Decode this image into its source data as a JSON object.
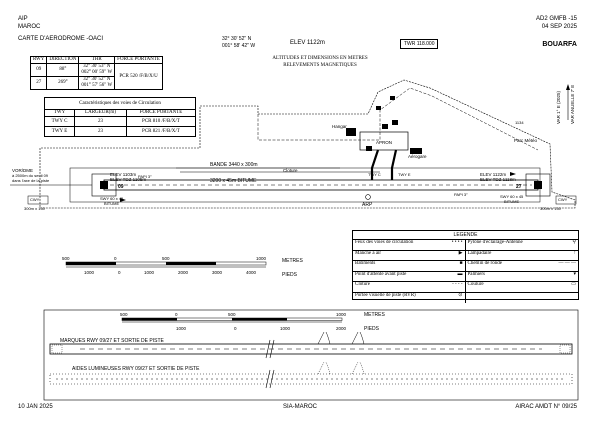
{
  "header": {
    "aip": "AIP",
    "country": "MAROC",
    "chart_title": "CARTE D'AERODROME -OACI",
    "lat": "32° 30' 52\" N",
    "lon": "001° 58' 42\" W",
    "elev": "ELEV 1122m",
    "page_ref": "AD2 GMFB -15",
    "date": "04 SEP 2025",
    "twr": "TWR 118.000",
    "aerodrome": "BOUARFA"
  },
  "rwy_table": {
    "headers": [
      "RWY",
      "DIRECTION",
      "THR",
      "FORCE PORTANTE"
    ],
    "rows": [
      {
        "rwy": "09",
        "dir": "88°",
        "thr1": "32° 30' 53\" N",
        "thr2": "002° 00' 59\" W"
      },
      {
        "rwy": "27",
        "dir": "269°",
        "thr1": "32° 30' 52\" N",
        "thr2": "001° 57' 56\" W"
      }
    ],
    "force": "PCR 520 /F/B/X/U"
  },
  "twy_table": {
    "title": "Caractéristiques des voies de Circulation",
    "headers": [
      "TWY",
      "LARGEUR(m)",
      "FORCE PORTANTE"
    ],
    "rows": [
      {
        "twy": "TWY C",
        "width": "23",
        "force": "PCR 810 /F/B/X/T"
      },
      {
        "twy": "TWY E",
        "width": "23",
        "force": "PCR 821 /F/B/X/T"
      }
    ]
  },
  "diagram": {
    "title1": "ALTITUDES ET DIMENSIONS EN METRES",
    "title2": "RELEVEMENTS MAGNETIQUES",
    "var": "VAR 1° E (2025)",
    "var_annual": "VAR ANUELLE 7' E",
    "bande": "BANDE 3440 x 300m",
    "cloture": "Cloture",
    "runway_label": "3200 x 45m  BITUME",
    "elev_w1": "ELEV 1103m",
    "elev_w2": "ELEV TDZ 1105m",
    "elev_e1": "ELEV 1122m",
    "elev_e2": "ELEV TDZ 1118m",
    "rwy09": "09",
    "rwy27": "27",
    "papi_w": "PAPI 3°",
    "papi_e": "PAPI 3°",
    "twyc": "TWY C",
    "twye": "TWY E",
    "arp": "ARP",
    "hangar": "Hangar",
    "apron": "APRON",
    "aerogare": "Aérogare",
    "parc": "Parc Météo",
    "vor": "VOR/DME",
    "vor_dist1": "à 2500m du seuil 09",
    "vor_dist2": "dans l'axe de la piste",
    "cwy_w": "CWY",
    "cwy_w_dim": "300m x 150",
    "cwy_e": "CWY",
    "cwy_e_dim": "300m x 150",
    "swy_w": "SWY 60 x 45",
    "swy_w2": "BITUME",
    "swy_e": "SWY 60 x 45",
    "swy_e2": "BITUME",
    "n_cote": "1134"
  },
  "scale1": {
    "metres_label": "METRES",
    "pieds_label": "PIEDS",
    "m_ticks": [
      "500",
      "0",
      "500",
      "1000"
    ],
    "ft_ticks": [
      "1000",
      "0",
      "1000",
      "2000",
      "3000",
      "4000"
    ]
  },
  "legend": {
    "title": "LEGENDE",
    "left": [
      "Feux des voies de circulation",
      "Manche à air",
      "Bâtiments",
      "Point d'attente avant piste",
      "Clôture",
      "Portée visuelle de piste (RVR)"
    ],
    "right": [
      "Pylône d'éclairage-Antenne",
      "Lampadaire",
      "Chemin de ronde",
      "Palmiers",
      "Coulure"
    ]
  },
  "scale2": {
    "metres_label": "METRES",
    "pieds_label": "PIEDS",
    "m_ticks": [
      "500",
      "0",
      "500",
      "1000"
    ],
    "ft_ticks": [
      "1000",
      "0",
      "1000",
      "2000"
    ]
  },
  "markings": {
    "label1": "MARQUES RWY 09/27 ET SORTIE DE PISTE",
    "label2": "AIDES LUMINEUSES RWY 09/27 ET SORTIE DE PISTE"
  },
  "footer": {
    "left": "10 JAN 2025",
    "center": "SIA-MAROC",
    "right": "AIRAC AMDT N° 09/25"
  }
}
